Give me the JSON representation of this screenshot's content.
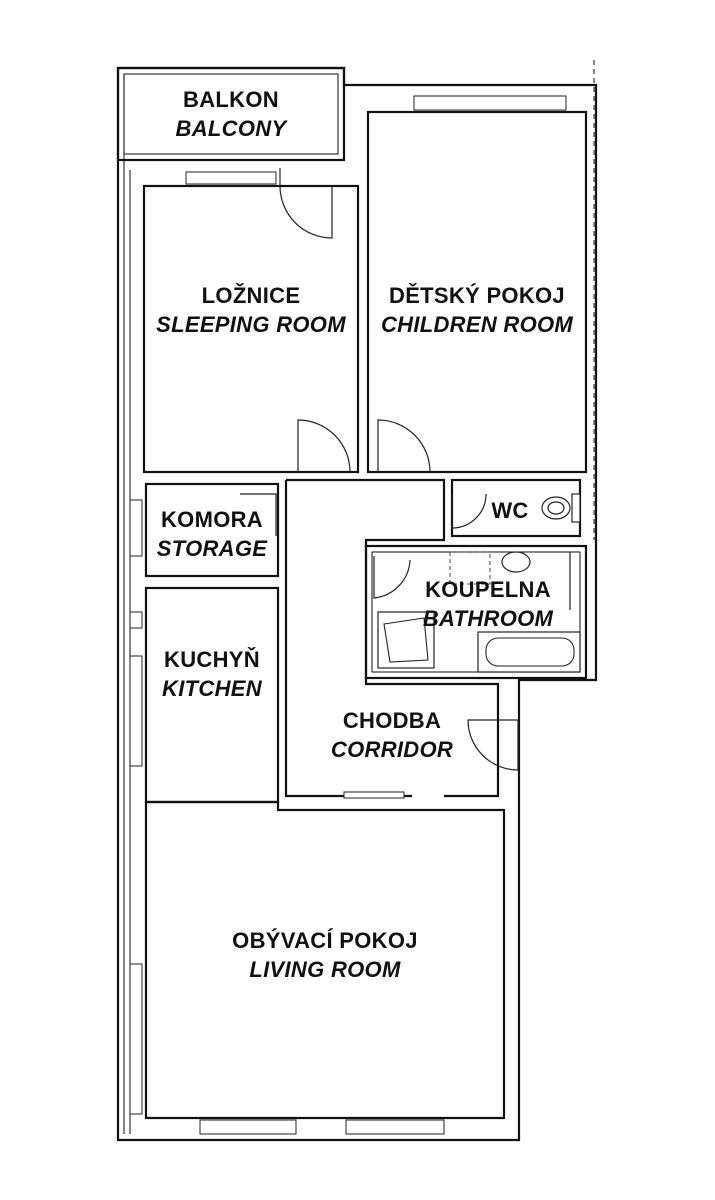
{
  "rooms": {
    "balcony": {
      "cz": "BALKON",
      "en": "BALCONY"
    },
    "bedroom": {
      "cz": "LOŽNICE",
      "en": "SLEEPING ROOM"
    },
    "children": {
      "cz": "DĚTSKÝ POKOJ",
      "en": "CHILDREN ROOM"
    },
    "storage": {
      "cz": "KOMORA",
      "en": "STORAGE"
    },
    "wc": {
      "cz": "WC"
    },
    "bathroom": {
      "cz": "KOUPELNA",
      "en": "BATHROOM"
    },
    "kitchen": {
      "cz": "KUCHYŇ",
      "en": "KITCHEN"
    },
    "corridor": {
      "cz": "CHODBA",
      "en": "CORRIDOR"
    },
    "living": {
      "cz": "OBÝVACÍ POKOJ",
      "en": "LIVING ROOM"
    }
  },
  "style": {
    "line_color": "#111111",
    "background": "#ffffff"
  }
}
